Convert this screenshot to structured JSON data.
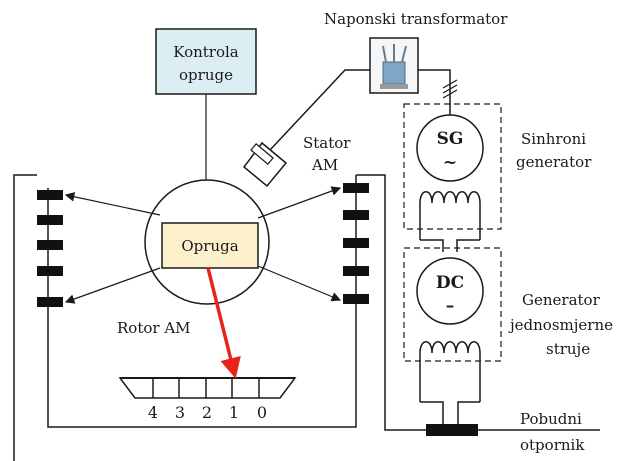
{
  "labels": {
    "control_box_line1": "Kontrola",
    "control_box_line2": "opruge",
    "transformer": "Naponski transformator",
    "stator_line1": "Stator",
    "stator_line2": "AM",
    "spring": "Opruga",
    "rotor": "Rotor AM",
    "sync_gen_symbol": "SG",
    "sync_gen_tilde": "~",
    "sync_gen_line1": "Sinhroni",
    "sync_gen_line2": "generator",
    "dc_gen_symbol": "DC",
    "dc_gen_dash": "–",
    "dc_gen_line1": "Generator",
    "dc_gen_line2": "jednosmjerne",
    "dc_gen_line3": "struje",
    "resistor_line1": "Pobudni",
    "resistor_line2": "otpornik"
  },
  "scale_marks": [
    "4",
    "3",
    "2",
    "1",
    "0"
  ],
  "colors": {
    "control_box_fill": "#dbeef4",
    "spring_box_fill": "#fdf0cc",
    "pointer_arrow": "#e8231a",
    "lines": "#1a1a1a"
  }
}
